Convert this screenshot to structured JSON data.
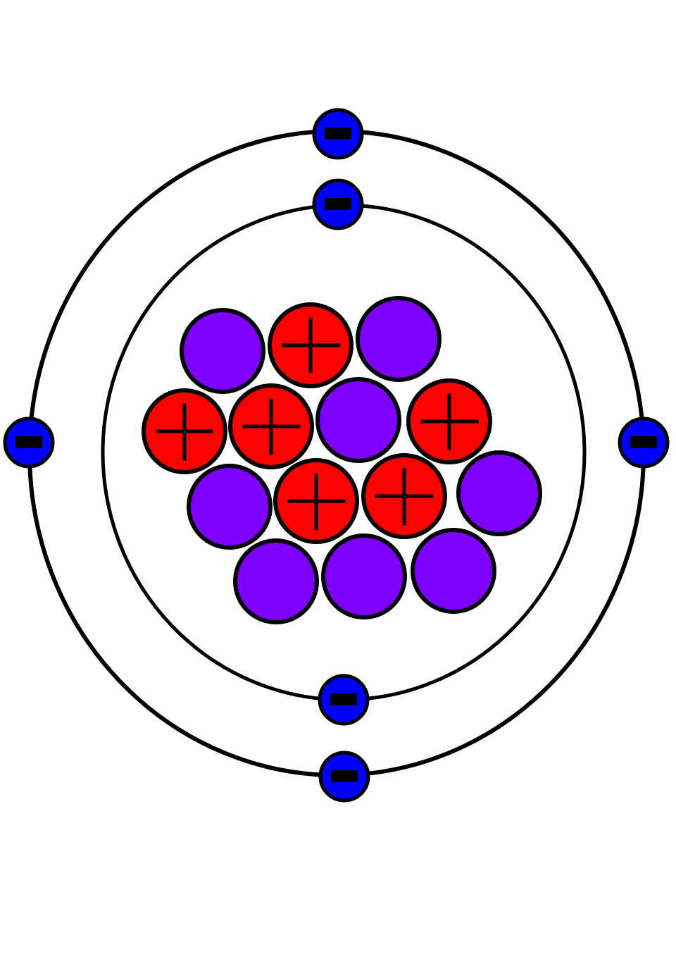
{
  "diagram": {
    "type": "bohr-atom-model",
    "colors": {
      "background": "#ffffff",
      "orbit": "#000000",
      "proton": "#ff0000",
      "neutron": "#7f00ff",
      "electron": "#0000ff",
      "outline": "#000000",
      "sign": "#000000"
    },
    "shells": [
      {
        "name": "inner-shell",
        "electron_count": 2
      },
      {
        "name": "outer-shell",
        "electron_count": 4
      }
    ],
    "nucleus": {
      "proton_count": 6,
      "neutron_count": 8
    },
    "symbols": {
      "proton": "plus-sign",
      "electron": "minus-sign"
    }
  }
}
